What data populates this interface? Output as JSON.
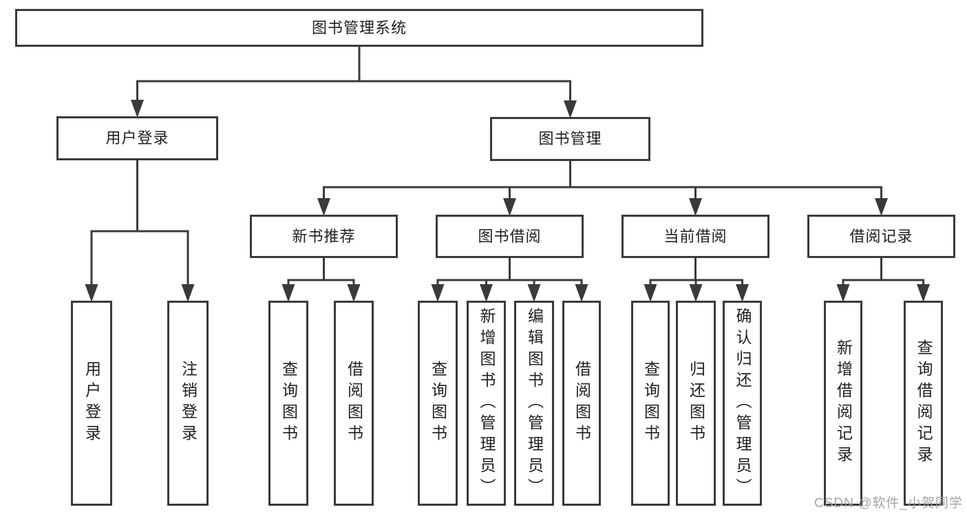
{
  "diagram": {
    "title": "图书管理系统",
    "nodes": [
      {
        "id": "root",
        "label": "图书管理系统",
        "orientation": "horizontal",
        "children": [
          "user-login",
          "book-mgmt"
        ]
      },
      {
        "id": "user-login",
        "label": "用户登录",
        "orientation": "horizontal",
        "children": [
          "user-login-op",
          "logout-op"
        ]
      },
      {
        "id": "book-mgmt",
        "label": "图书管理",
        "orientation": "horizontal",
        "children": [
          "new-book-rec",
          "book-borrow",
          "current-borrow",
          "borrow-records"
        ]
      },
      {
        "id": "new-book-rec",
        "label": "新书推荐",
        "orientation": "horizontal",
        "children": [
          "nbr-query",
          "nbr-borrow"
        ]
      },
      {
        "id": "book-borrow",
        "label": "图书借阅",
        "orientation": "horizontal",
        "children": [
          "bb-query",
          "bb-add",
          "bb-edit",
          "bb-borrow"
        ]
      },
      {
        "id": "current-borrow",
        "label": "当前借阅",
        "orientation": "horizontal",
        "children": [
          "cb-query",
          "cb-return",
          "cb-confirm"
        ]
      },
      {
        "id": "borrow-records",
        "label": "借阅记录",
        "orientation": "horizontal",
        "children": [
          "br-add",
          "br-query"
        ]
      },
      {
        "id": "user-login-op",
        "label": "用户登录",
        "orientation": "vertical",
        "children": []
      },
      {
        "id": "logout-op",
        "label": "注销登录",
        "orientation": "vertical",
        "children": []
      },
      {
        "id": "nbr-query",
        "label": "查询图书",
        "orientation": "vertical",
        "children": []
      },
      {
        "id": "nbr-borrow",
        "label": "借阅图书",
        "orientation": "vertical",
        "children": []
      },
      {
        "id": "bb-query",
        "label": "查询图书",
        "orientation": "vertical",
        "children": []
      },
      {
        "id": "bb-add",
        "label": "新增图书（管理员）",
        "orientation": "vertical",
        "children": []
      },
      {
        "id": "bb-edit",
        "label": "编辑图书（管理员）",
        "orientation": "vertical",
        "children": []
      },
      {
        "id": "bb-borrow",
        "label": "借阅图书",
        "orientation": "vertical",
        "children": []
      },
      {
        "id": "cb-query",
        "label": "查询图书",
        "orientation": "vertical",
        "children": []
      },
      {
        "id": "cb-return",
        "label": "归还图书",
        "orientation": "vertical",
        "children": []
      },
      {
        "id": "cb-confirm",
        "label": "确认归还（管理员）",
        "orientation": "vertical",
        "children": []
      },
      {
        "id": "br-add",
        "label": "新增借阅记录",
        "orientation": "vertical",
        "children": []
      },
      {
        "id": "br-query",
        "label": "查询借阅记录",
        "orientation": "vertical",
        "children": []
      }
    ],
    "colors": {
      "line": "#3a3a3a",
      "box_border": "#3a3a3a",
      "text": "#1f1f1f",
      "background": "#ffffff",
      "watermark": "#9e9ea4"
    }
  },
  "watermark": {
    "text": "CSDN @软件_小贺同学"
  }
}
